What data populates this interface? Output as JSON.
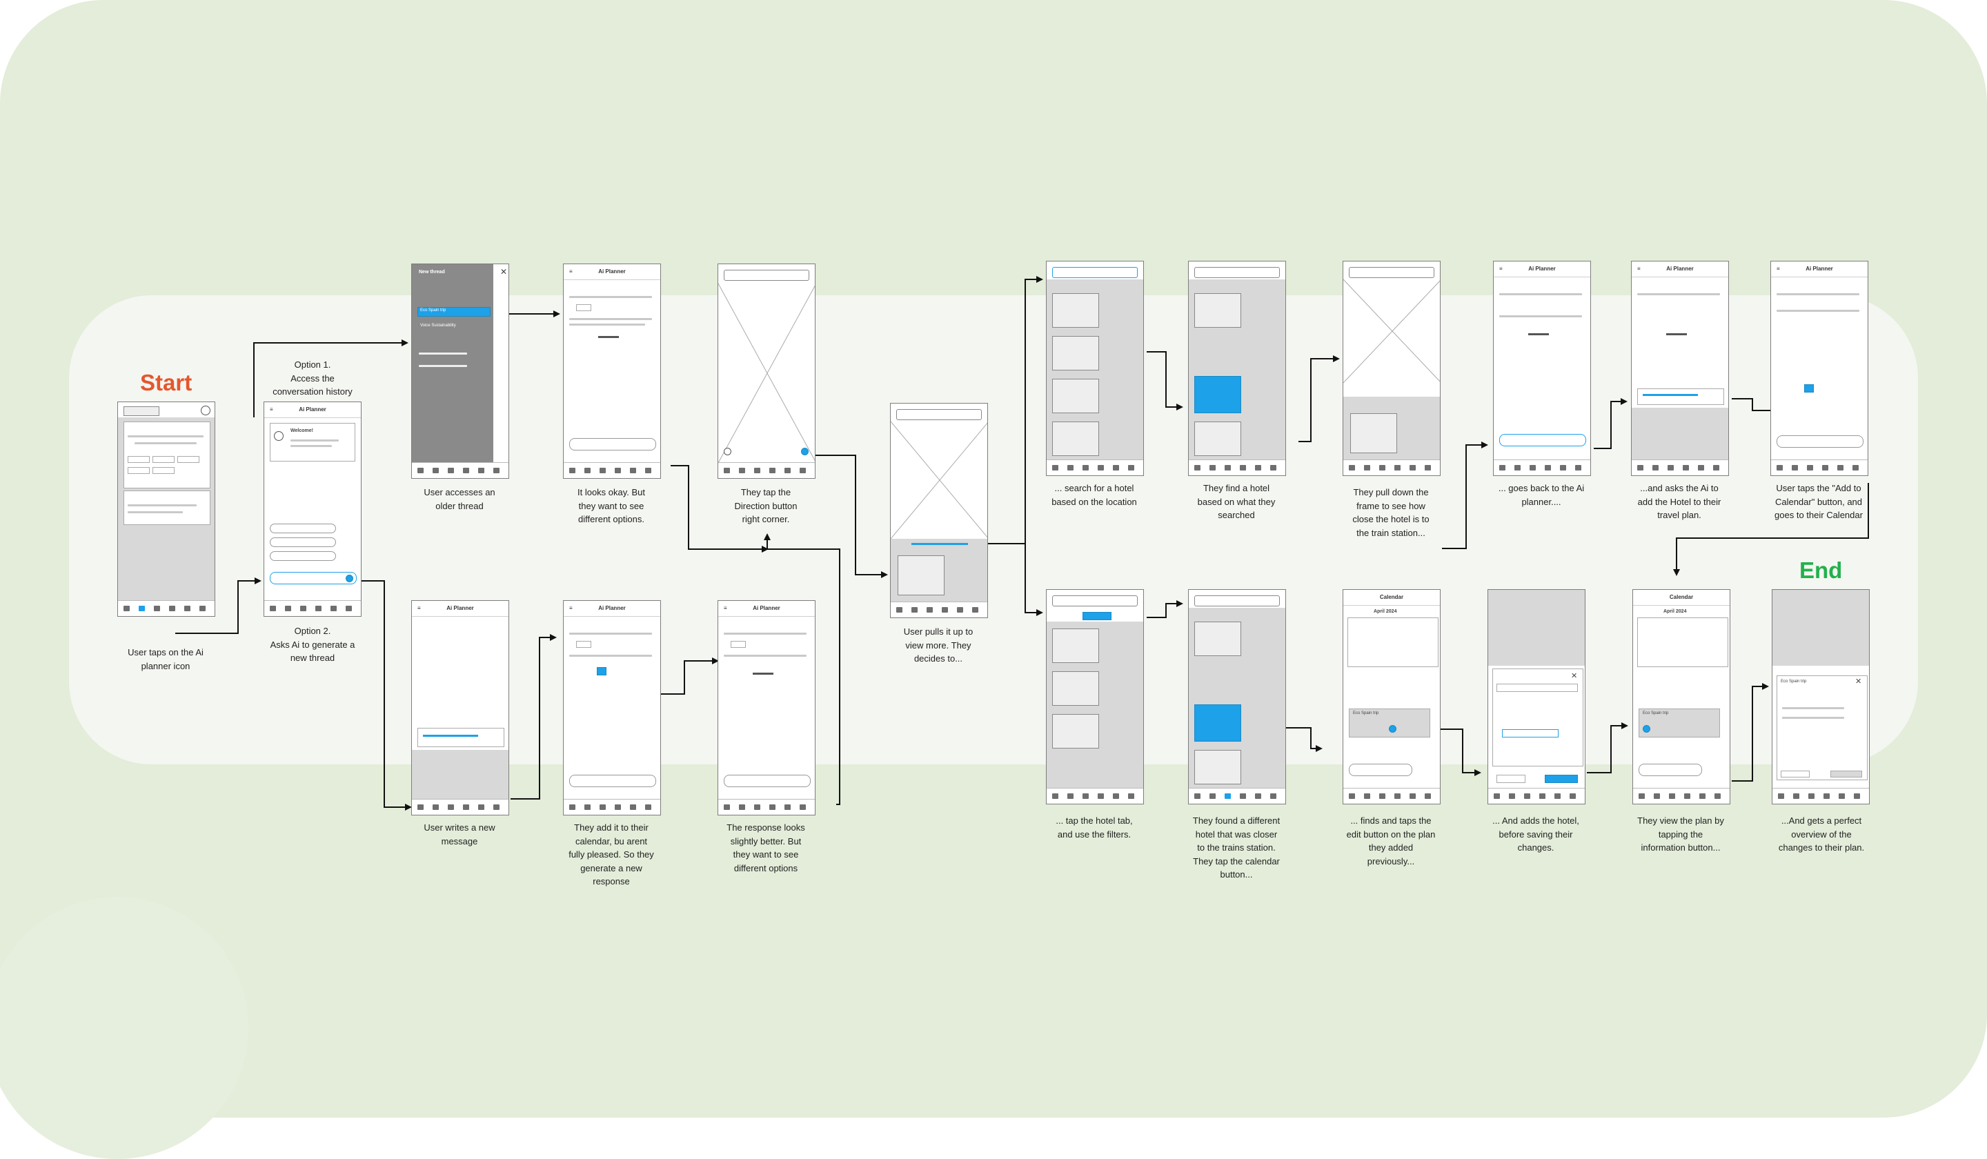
{
  "labels": {
    "start": "Start",
    "end": "End",
    "option1": "Option 1.\nAccess the\nconversation history",
    "option2": "Option 2.\nAsks Ai to generate a\nnew thread"
  },
  "screens": {
    "ai_planner_title": "Ai Planner",
    "new_thread_title": "New thread",
    "calendar_title": "Calendar",
    "month": "April 2024",
    "welcome": "Welcome!",
    "thread_item_1": "Eco Spain trip",
    "thread_item_2": "Voice Sustainability",
    "event_title": "Eco Spain trip"
  },
  "captions": {
    "c1": "User taps on the Ai\nplanner icon",
    "c2": "User accesses an\nolder thread",
    "c3": "It looks okay. But\nthey want to see\ndifferent options.",
    "c4": "They tap the\nDirection button\nright corner.",
    "c5": "User writes a new\nmessage",
    "c6": "They add it to their\ncalendar, bu arent\nfully pleased. So they\ngenerate a new\nresponse",
    "c7": "The response looks\nslightly better. But\nthey want to see\ndifferent options",
    "c8": "User pulls it up to\nview more. They\ndecides to...",
    "c9": "... search for a hotel\nbased on the location",
    "c10": "They find a hotel\nbased on what they\nsearched",
    "c11": "They pull down the\nframe to see how\nclose the hotel is to\nthe train station...",
    "c12": "... goes back to the Ai\nplanner....",
    "c13": "...and asks the Ai to\nadd the Hotel to their\ntravel plan.",
    "c14": "User taps the \"Add to\nCalendar\" button, and\ngoes to their Calendar",
    "c15": "... tap the hotel tab,\nand use the filters.",
    "c16": "They found a different\nhotel that was closer\nto the trains station.\nThey tap the calendar\nbutton...",
    "c17": "... finds and taps the\nedit button on the plan\nthey added\npreviously...",
    "c18": "... And adds the hotel,\nbefore saving their\nchanges.",
    "c19": "They view the plan by\ntapping the\ninformation button...",
    "c20": "...And gets a perfect\noverview of the\nchanges to their plan."
  },
  "colors": {
    "background": "#e3edd9",
    "band": "#f4f6f1",
    "start": "#e4572e",
    "end": "#22b14c",
    "accent": "#1da1e8"
  }
}
